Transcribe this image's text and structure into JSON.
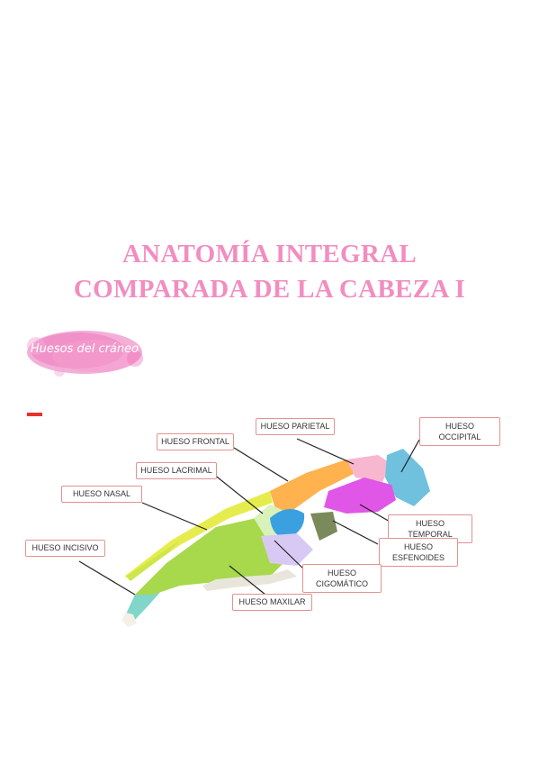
{
  "title": {
    "line1": "ANATOMÍA INTEGRAL",
    "line2": "COMPARADA DE LA CABEZA I"
  },
  "badge": {
    "text": "Huesos del cráneo",
    "color": "#ea6fb6"
  },
  "colors": {
    "title": "#f28dc0",
    "label_border": "#e39292",
    "accent_red": "#e8312a",
    "incisivo": "#7fd6c9",
    "maxilar": "#a8d84b",
    "nasal": "#e6ec4d",
    "frontal": "#ffb24d",
    "parietal": "#f7b7cf",
    "occipital": "#6fc1dd",
    "temporal": "#e056e6",
    "lacrimal": "#d8f2b9",
    "cigomatico": "#d7c9f3",
    "esfenoides": "#7a8a5a"
  },
  "labels": {
    "parietal": "HUESO PARIETAL",
    "occipital_1": "HUESO",
    "occipital_2": "OCCIPITAL",
    "frontal": "HUESO FRONTAL",
    "lacrimal": "HUESO LACRIMAL",
    "nasal": "HUESO NASAL",
    "incisivo": "HUESO INCISIVO",
    "temporal_1": "HUESO",
    "temporal_2": "TEMPORAL",
    "esfenoides_1": "HUESO",
    "esfenoides_2": "ESFENOIDES",
    "cigomatico_1": "HUESO",
    "cigomatico_2": "CIGOMÁTICO",
    "maxilar": "HUESO MAXILAR"
  }
}
